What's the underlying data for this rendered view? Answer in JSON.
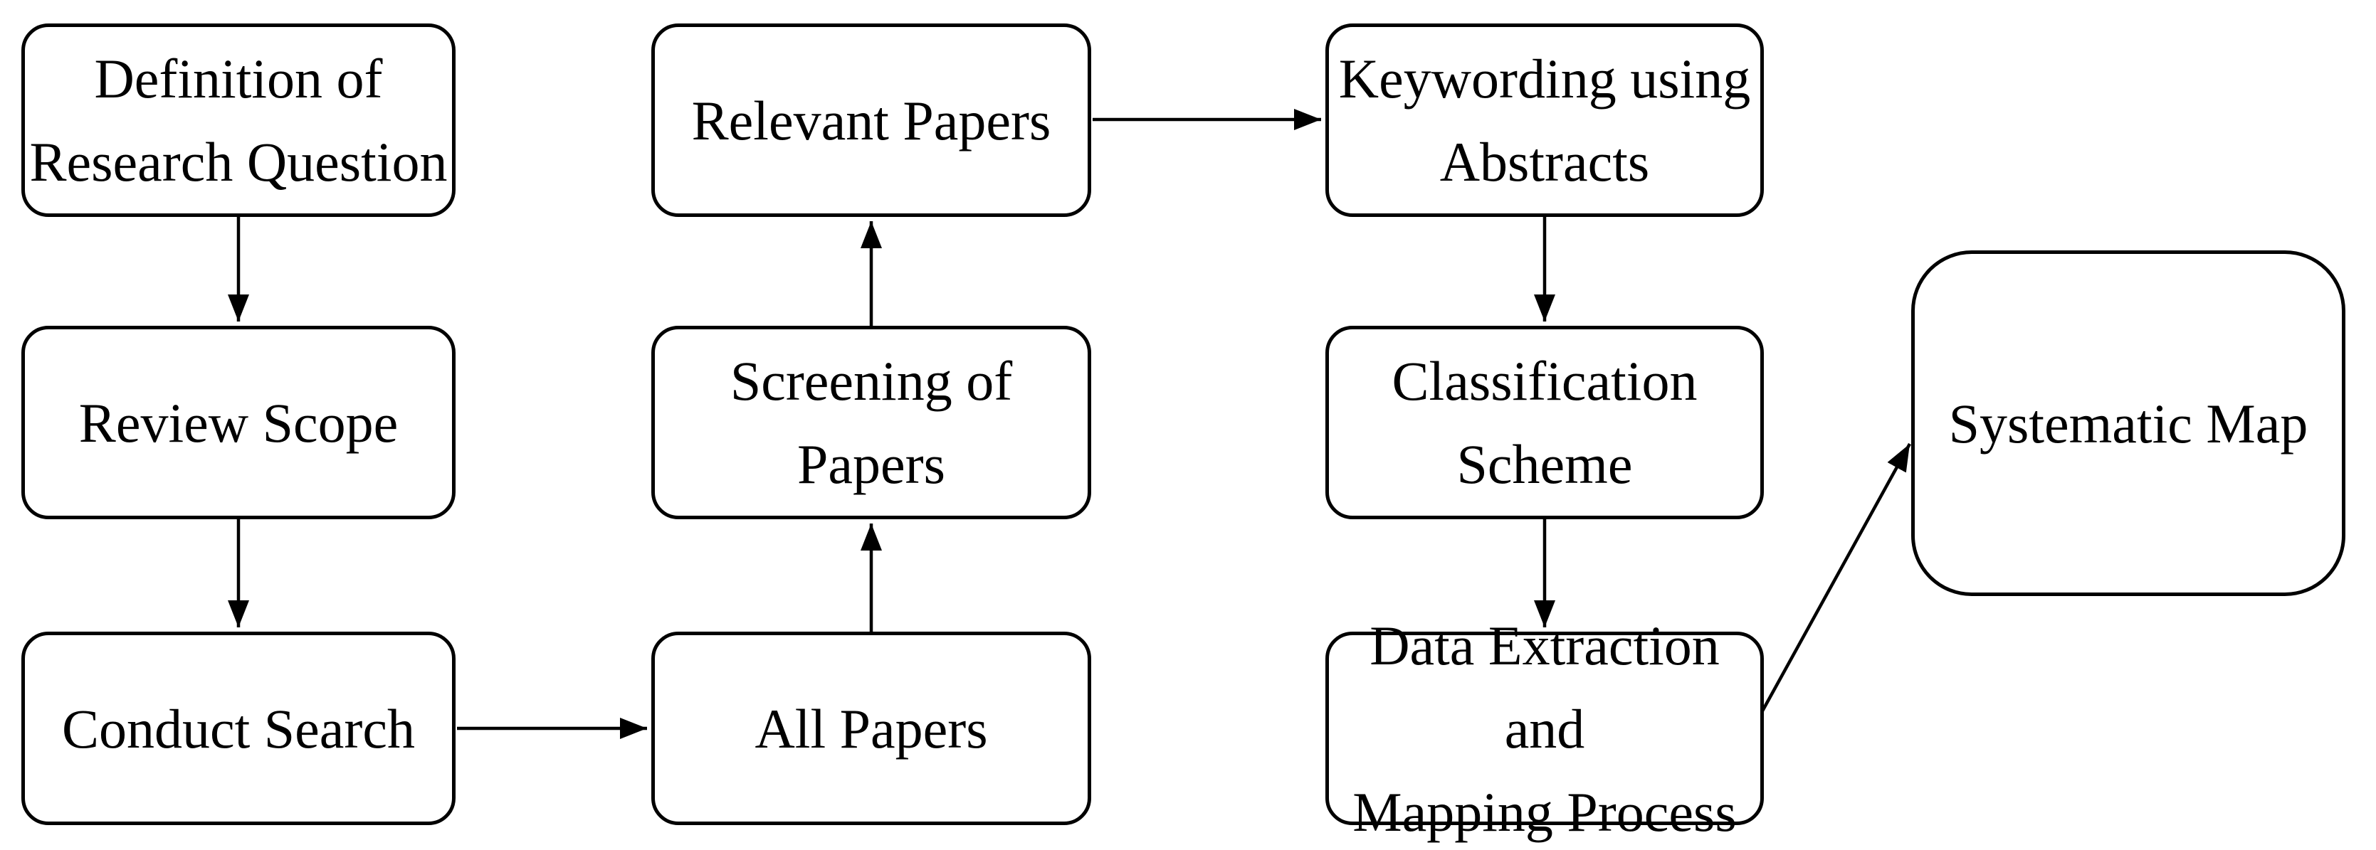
{
  "diagram": {
    "title": "Systematic mapping process flowchart",
    "background_color": "#ffffff",
    "line_color": "#000000",
    "text_color": "#000000",
    "nodes": {
      "definition": {
        "label": [
          "Definition of",
          "Research Question"
        ]
      },
      "review": {
        "label": [
          "Review Scope"
        ]
      },
      "conduct": {
        "label": [
          "Conduct Search"
        ]
      },
      "relevant": {
        "label": [
          "Relevant Papers"
        ]
      },
      "screening": {
        "label": [
          "Screening of",
          "Papers"
        ]
      },
      "all_papers": {
        "label": [
          "All Papers"
        ]
      },
      "keywording": {
        "label": [
          "Keywording using",
          "Abstracts"
        ]
      },
      "classification": {
        "label": [
          "Classification",
          "Scheme"
        ]
      },
      "extraction": {
        "label": [
          "Data Extraction and",
          "Mapping Process"
        ]
      },
      "systematic": {
        "label": [
          "Systematic Map"
        ]
      }
    },
    "edges": [
      {
        "from": "Definition of Research Question",
        "to": "Review Scope",
        "direction": "down"
      },
      {
        "from": "Review Scope",
        "to": "Conduct Search",
        "direction": "down"
      },
      {
        "from": "Conduct Search",
        "to": "All Papers",
        "direction": "right"
      },
      {
        "from": "All Papers",
        "to": "Screening of Papers",
        "direction": "up"
      },
      {
        "from": "Screening of Papers",
        "to": "Relevant Papers",
        "direction": "up"
      },
      {
        "from": "Relevant Papers",
        "to": "Keywording using Abstracts",
        "direction": "right"
      },
      {
        "from": "Keywording using Abstracts",
        "to": "Classification Scheme",
        "direction": "down"
      },
      {
        "from": "Classification Scheme",
        "to": "Data Extraction and Mapping Process",
        "direction": "down"
      },
      {
        "from": "Data Extraction and Mapping Process",
        "to": "Systematic Map",
        "direction": "up-right"
      }
    ]
  }
}
